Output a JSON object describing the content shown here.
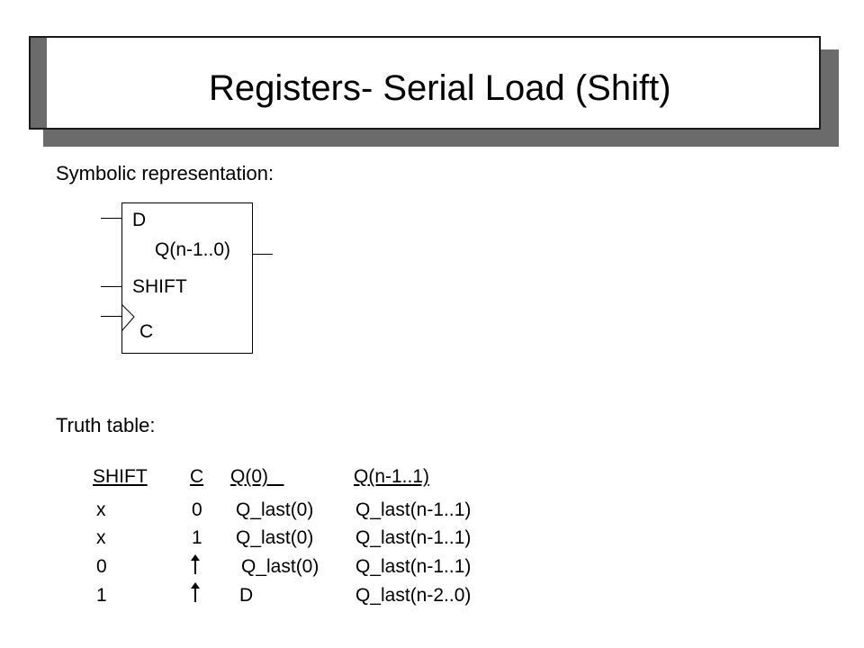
{
  "slide": {
    "title": "Registers- Serial Load (Shift)",
    "symbolic_label": "Symbolic representation:",
    "truth_label": "Truth table:"
  },
  "block": {
    "input_d": "D",
    "output_q": "Q(n-1..0)",
    "input_shift": "SHIFT",
    "input_clock": "C"
  },
  "truth_table": {
    "headers": [
      "SHIFT",
      "C",
      "Q(0)",
      "Q(n-1..1)"
    ],
    "rows": [
      {
        "shift": "x",
        "c": "0",
        "q0": "Q_last(0)",
        "qn": "Q_last(n-1..1)"
      },
      {
        "shift": "x",
        "c": "1",
        "q0": "Q_last(0)",
        "qn": "Q_last(n-1..1)"
      },
      {
        "shift": "0",
        "c": "rising-edge-arrow",
        "q0": "Q_last(0)",
        "qn": "Q_last(n-1..1)"
      },
      {
        "shift": "1",
        "c": "rising-edge-arrow",
        "q0": "D",
        "qn": "Q_last(n-2..0)"
      }
    ]
  }
}
